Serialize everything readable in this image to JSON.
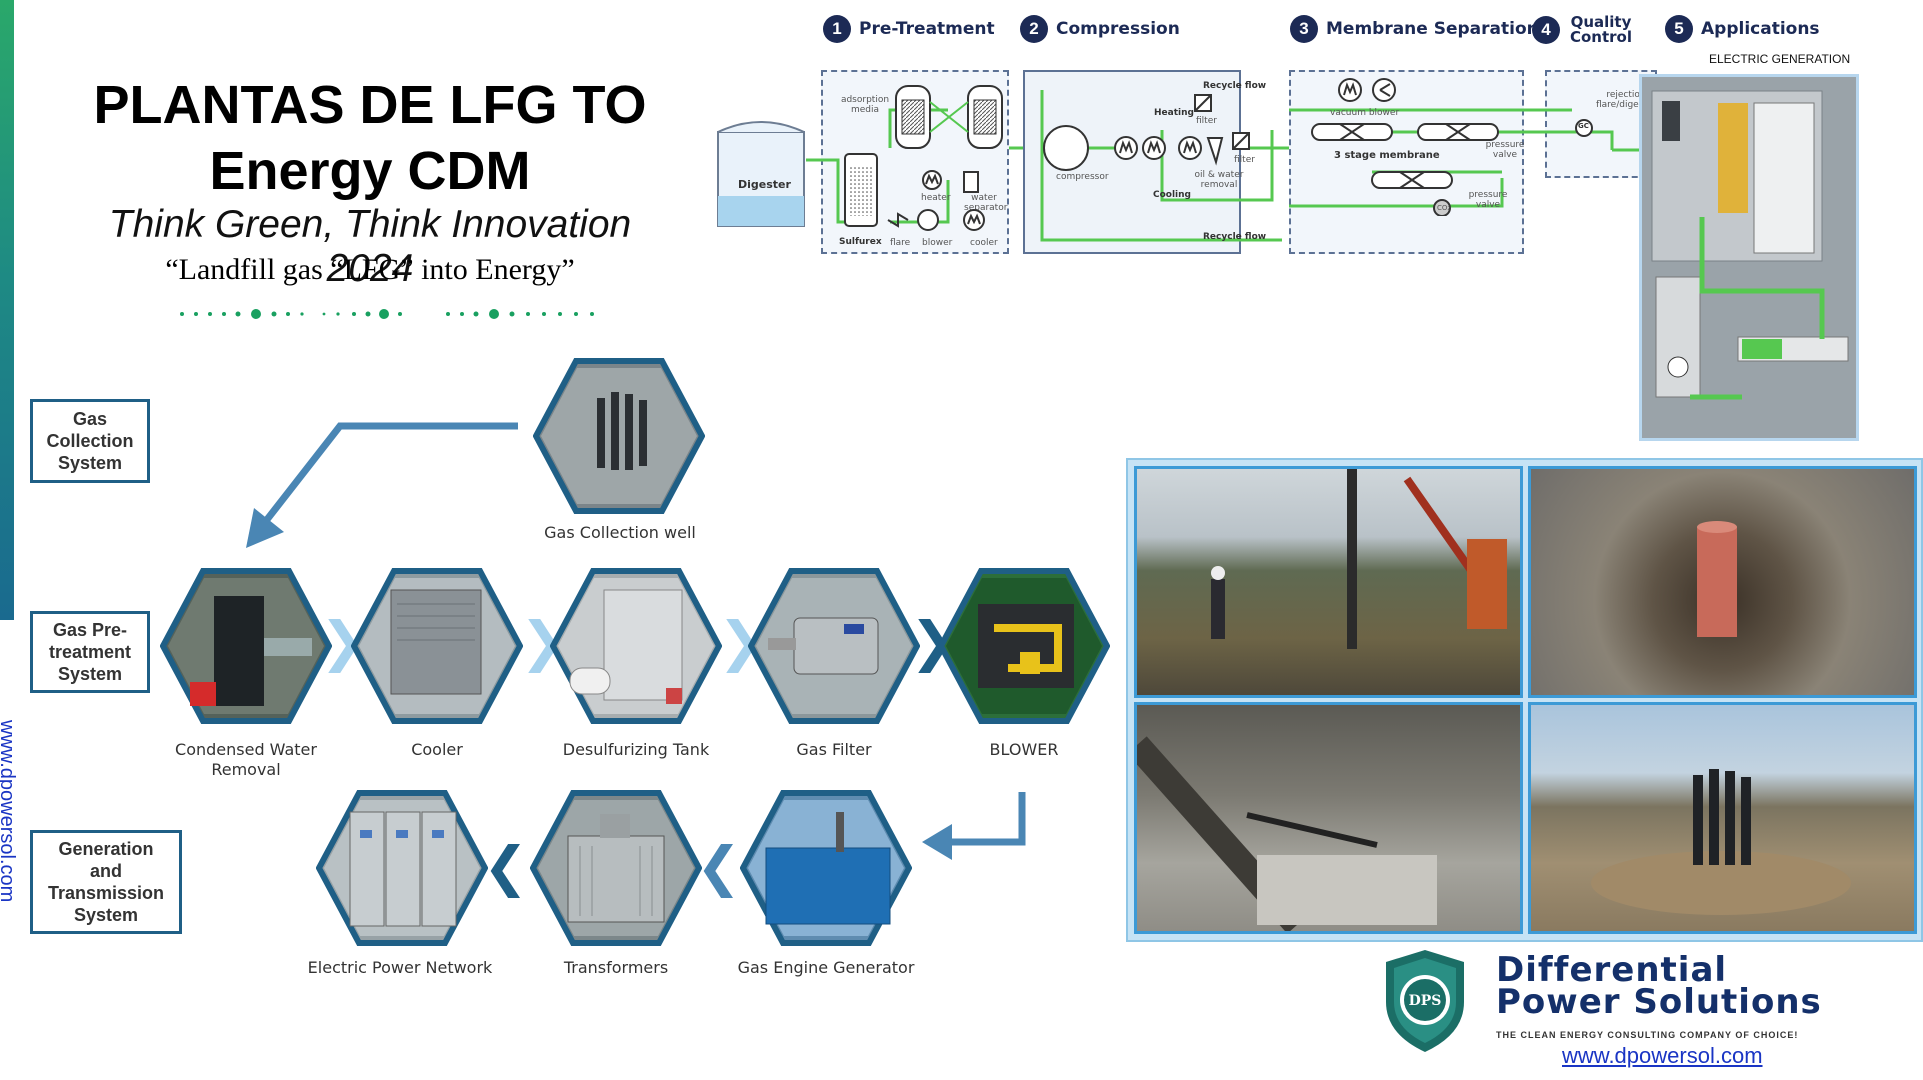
{
  "title_line1": "PLANTAS DE LFG TO",
  "title_line2": "Energy CDM",
  "subtitle": "Think Green, Think Innovation 2024",
  "tagline": "“Landfill gas “LFG” into Energy”",
  "side_url": "www.dpowersol.com",
  "colors": {
    "accent_green": "#1aa866",
    "navy": "#1c2a55",
    "flow_blue": "#1f5f86",
    "pipe_green": "#56c850",
    "link_blue": "#1a35c4"
  },
  "process": {
    "steps": [
      {
        "num": "1",
        "label": "Pre-Treatment"
      },
      {
        "num": "2",
        "label": "Compression"
      },
      {
        "num": "3",
        "label": "Membrane Separation"
      },
      {
        "num": "4",
        "label": "Quality Control"
      },
      {
        "num": "5",
        "label": "Applications"
      }
    ],
    "applications_caption": "ELECTRIC GENERATION",
    "labels": {
      "digester": "Digester",
      "adsorption": "adsorption media",
      "sulfurex": "Sulfurex",
      "flare": "flare",
      "blower": "blower",
      "heater": "heater",
      "water_separator": "water separator",
      "cooler": "cooler",
      "compressor": "compressor",
      "heating": "Heating",
      "cooling": "Cooling",
      "filter": "filter",
      "oil_water": "oil & water removal",
      "recycle_flow": "Recycle flow",
      "vacuum_blower": "vacuum blower",
      "three_stage": "3 stage membrane",
      "pressure_valve": "pressure valve",
      "co2": "CO₂",
      "rejection": "rejection flare/digester",
      "gc": "GC"
    }
  },
  "systems": {
    "gas_collection": "Gas Collection System",
    "pretreatment": "Gas Pre-treatment System",
    "generation": "Generation and Transmission System"
  },
  "hexagons": {
    "well": "Gas Collection well",
    "condensed": "Condensed Water Removal",
    "cooler": "Cooler",
    "desulf": "Desulfurizing Tank",
    "filter": "Gas Filter",
    "blower": "BLOWER",
    "engine": "Gas Engine Generator",
    "transformers": "Transformers",
    "network": "Electric Power Network"
  },
  "logo": {
    "initials": "DPS",
    "name_line1": "Differential",
    "name_line2": "Power Solutions",
    "tagline": "THE CLEAN ENERGY CONSULTING COMPANY OF CHOICE!",
    "url": "www.dpowersol.com"
  }
}
